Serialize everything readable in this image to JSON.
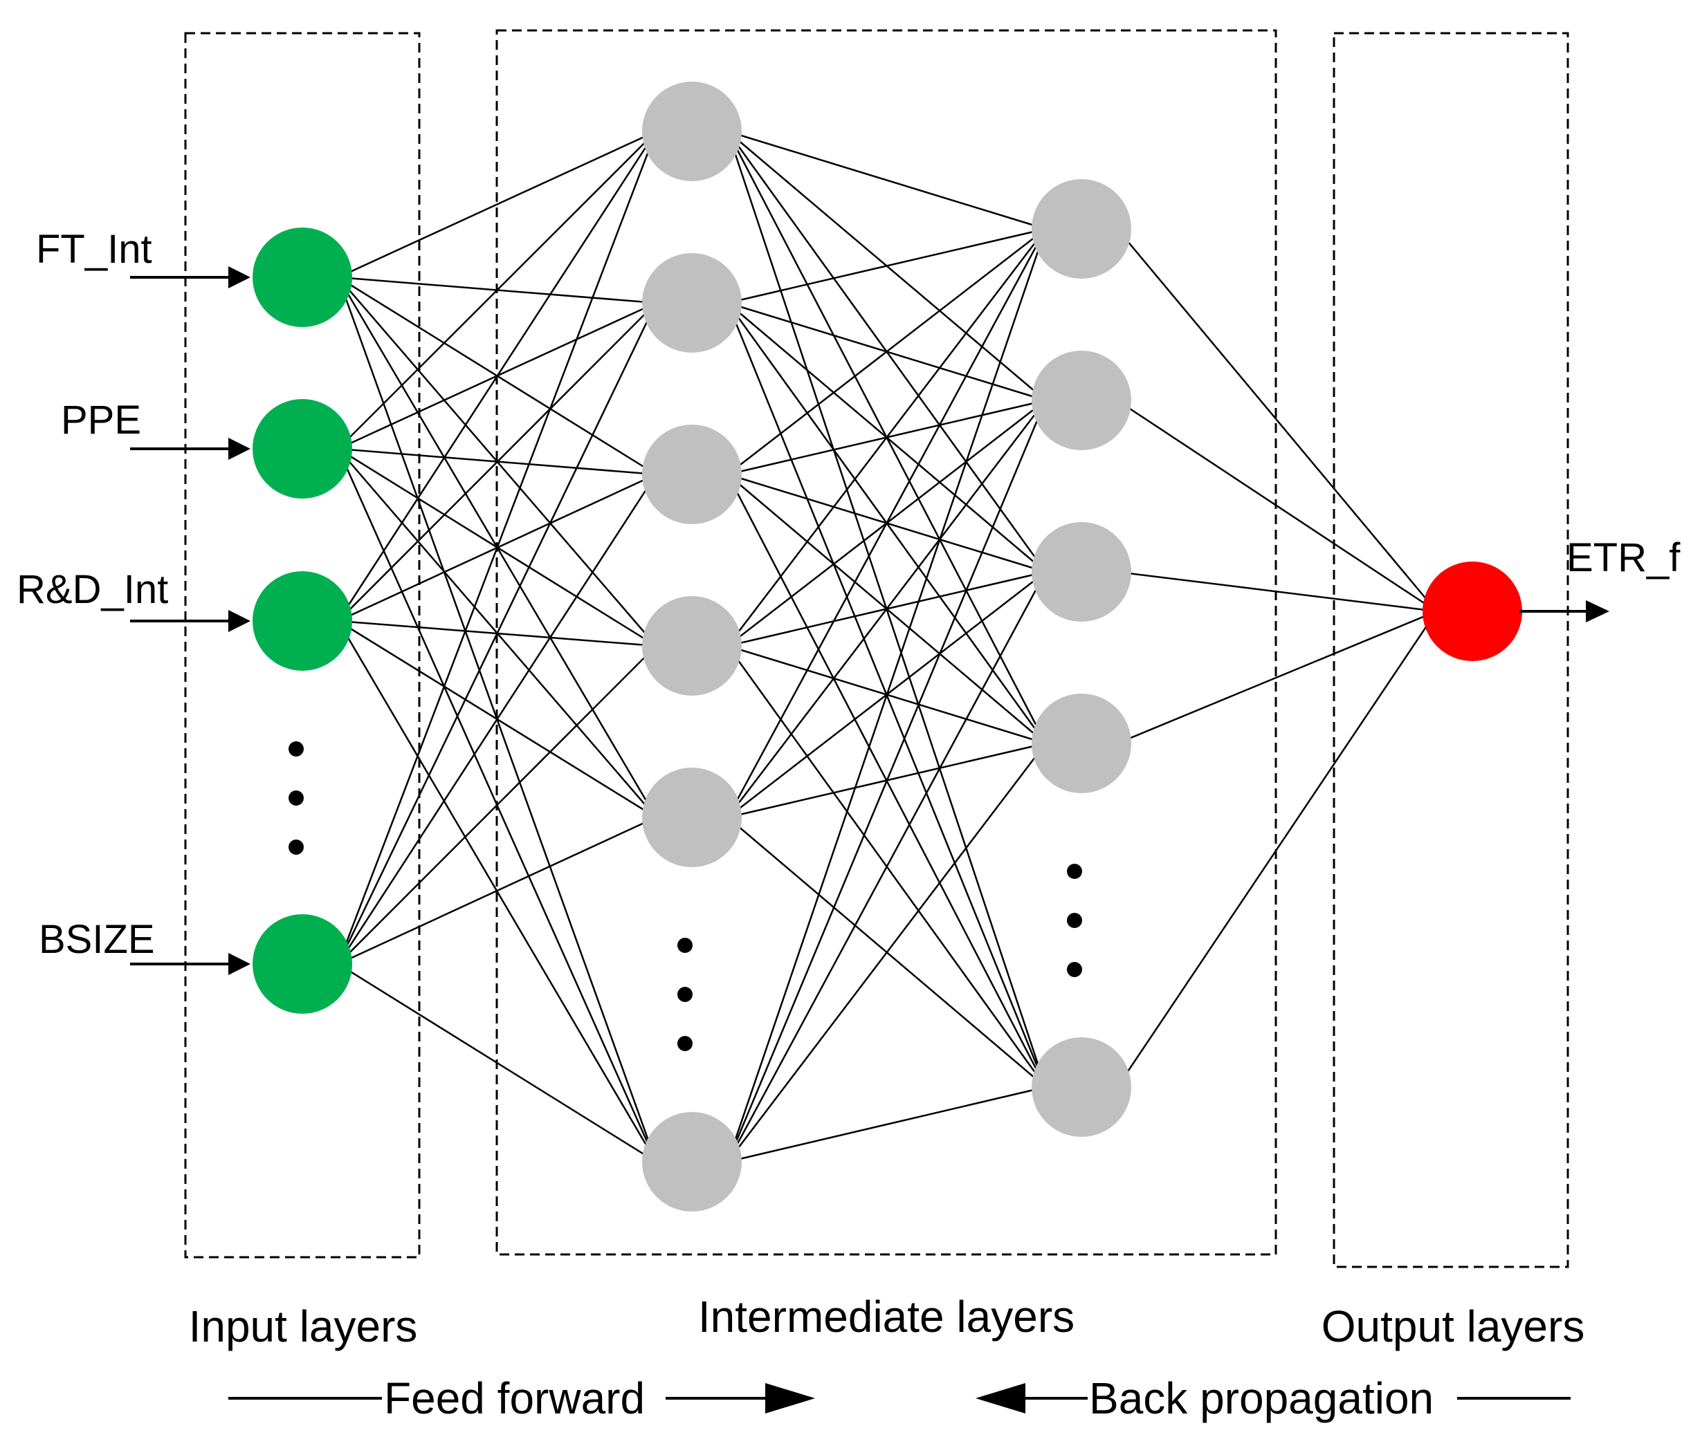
{
  "inputs": [
    {
      "label": "FT_Int"
    },
    {
      "label": "PPE"
    },
    {
      "label": "R&D_Int"
    },
    {
      "label": "BSIZE"
    }
  ],
  "output": {
    "label": "ETR_f"
  },
  "captions": {
    "input": "Input layers",
    "intermediate": "Intermediate layers",
    "output": "Output layers"
  },
  "directions": {
    "forward": "Feed forward",
    "back": "Back propagation"
  },
  "colors": {
    "input_node": "#00b050",
    "hidden_node": "#c0c0c0",
    "output_node": "#ff0000",
    "edge": "#000000"
  }
}
